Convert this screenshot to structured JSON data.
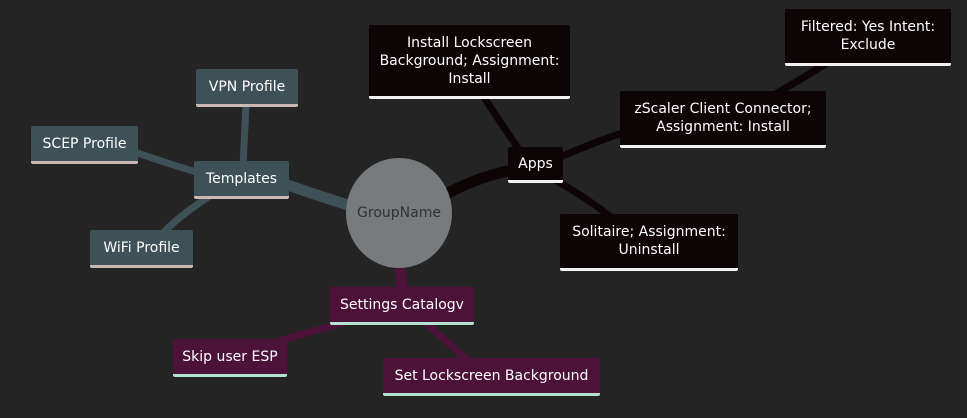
{
  "mindmap": {
    "root": {
      "label": "GroupName"
    },
    "branches": {
      "templates": {
        "label": "Templates",
        "children": [
          "VPN Profile",
          "SCEP Profile",
          "WiFi Profile"
        ]
      },
      "apps": {
        "label": "Apps",
        "children": [
          "Install Lockscreen Background; Assignment: Install",
          "zScaler Client Connector; Assignment: Install",
          "Filtered: Yes Intent: Exclude",
          "Solitaire; Assignment: Uninstall"
        ]
      },
      "settings": {
        "label": "Settings Catalogv",
        "children": [
          "Skip user ESP",
          "Set Lockscreen Background"
        ]
      }
    }
  },
  "colors": {
    "background": "#242424",
    "templates_fill": "#3f5056",
    "templates_edge": "#3f5056",
    "templates_underline": "#c9b8b3",
    "apps_fill": "#0d0505",
    "apps_edge": "#0d0505",
    "apps_underline": "#f2f2f2",
    "settings_fill": "#4d1238",
    "settings_edge": "#4d1238",
    "settings_underline": "#b4e3cf",
    "root_fill": "#777b7d"
  }
}
